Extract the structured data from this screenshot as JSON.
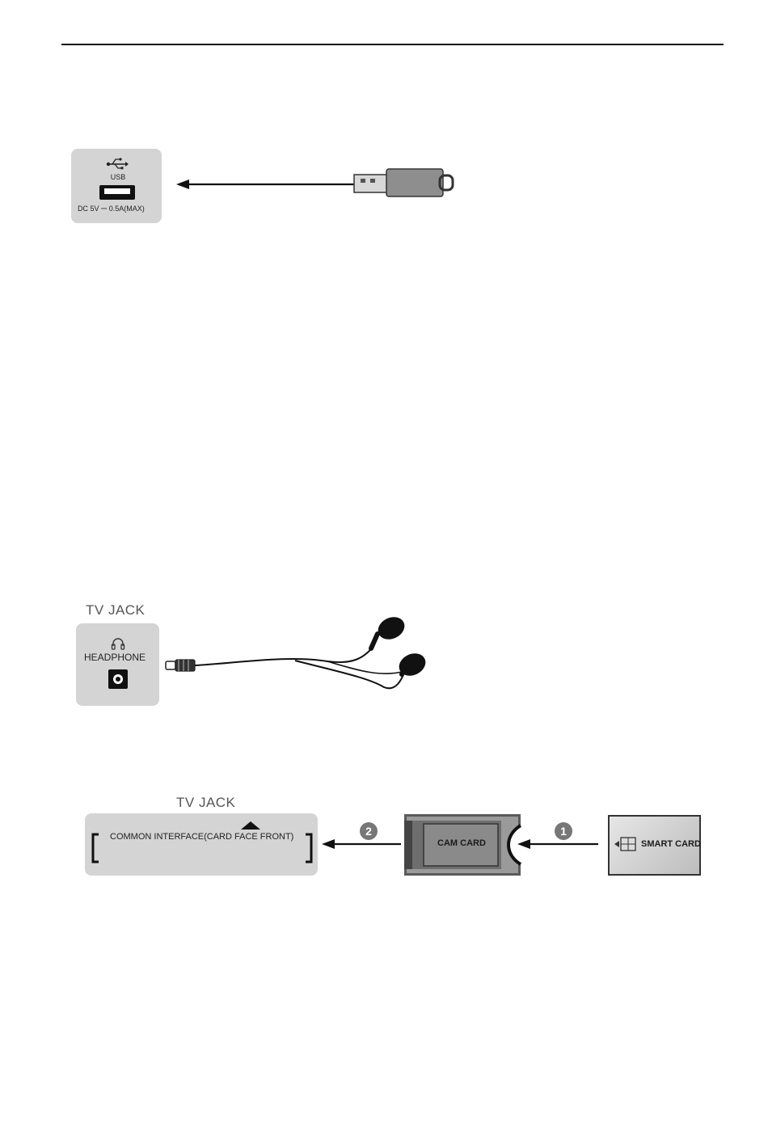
{
  "usb_section": {
    "port_label": "USB",
    "power_label": "DC 5V ⎓ 0.5A(MAX)",
    "usb_icon": "usb-trident-icon"
  },
  "headphone_section": {
    "panel_title": "TV JACK",
    "port_label": "HEADPHONE",
    "headphone_icon": "headphone-icon"
  },
  "ci_section": {
    "panel_title": "TV JACK",
    "slot_label": "COMMON INTERFACE(CARD FACE FRONT)",
    "cam_card_label": "CAM CARD",
    "smart_card_label": "SMART CARD",
    "step_1": "1",
    "step_2": "2"
  }
}
